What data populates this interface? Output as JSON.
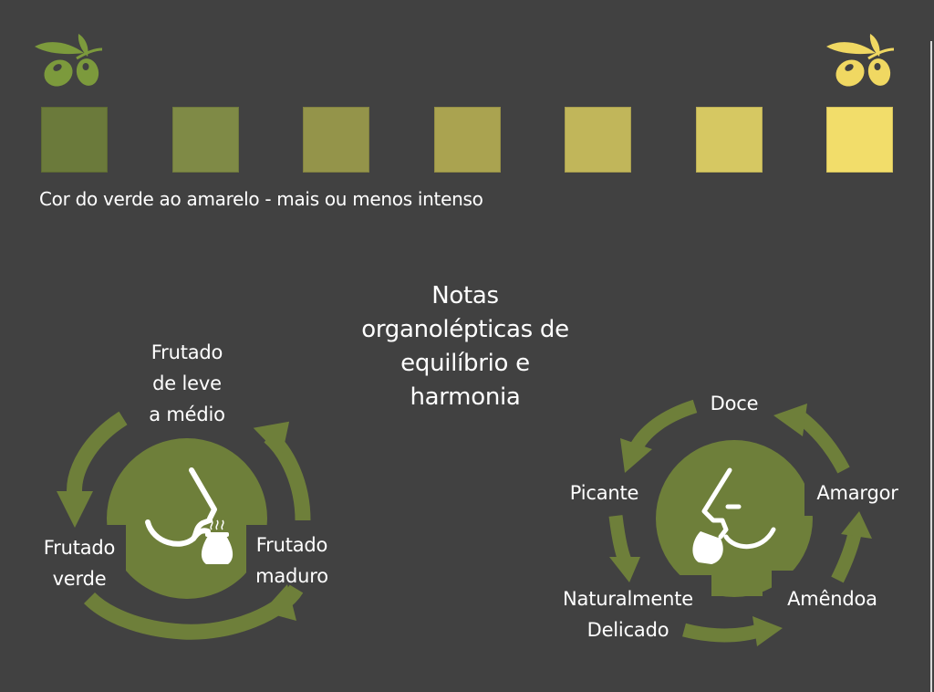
{
  "colors": {
    "background": "#414141",
    "cycle_green": "#6e7f3a",
    "olive_green": "#7c9a3c",
    "olive_yellow": "#f0d862",
    "icon_white": "#ffffff"
  },
  "header": {
    "left_icon": "olive-branch-green-icon",
    "right_icon": "olive-branch-yellow-icon"
  },
  "color_scale": {
    "swatches": [
      {
        "color": "#6b7a3b"
      },
      {
        "color": "#7f8a46"
      },
      {
        "color": "#94944a"
      },
      {
        "color": "#aaa350"
      },
      {
        "color": "#c1b65a"
      },
      {
        "color": "#d6c862"
      },
      {
        "color": "#f2dd6a"
      }
    ],
    "caption": "Cor do verde ao amarelo - mais ou menos intenso"
  },
  "title": {
    "lines": [
      "Notas",
      "organolépticas de",
      "equilíbrio e",
      "harmonia"
    ]
  },
  "left_cycle": {
    "center_icon": "nose-smelling-pot-icon",
    "labels": {
      "top": [
        "Frutado",
        "de leve",
        "a médio"
      ],
      "left": [
        "Frutado",
        "verde"
      ],
      "right": [
        "Frutado",
        "maduro"
      ]
    }
  },
  "right_cycle": {
    "center_icon": "face-tasting-cup-icon",
    "labels": {
      "top": [
        "Doce"
      ],
      "left": [
        "Picante"
      ],
      "right": [
        "Amargor"
      ],
      "bottom_left": [
        "Naturalmente",
        "Delicado"
      ],
      "bottom_right": [
        "Amêndoa"
      ]
    }
  }
}
